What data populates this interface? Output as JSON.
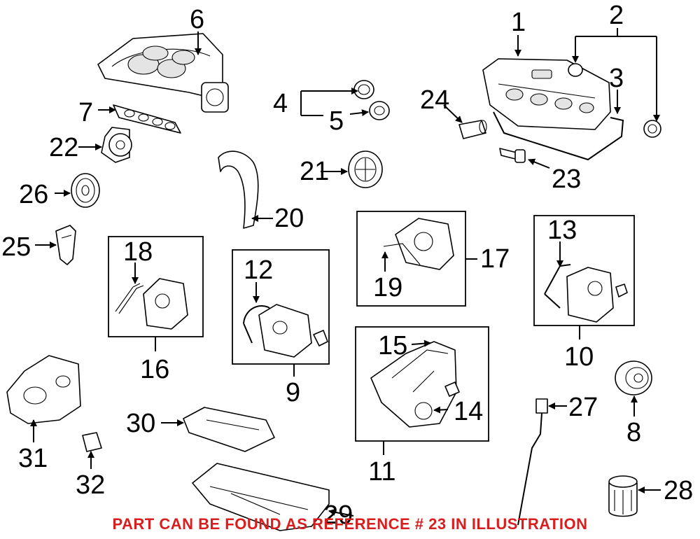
{
  "callouts": [
    {
      "id": "1",
      "text": "1"
    },
    {
      "id": "2",
      "text": "2"
    },
    {
      "id": "3",
      "text": "3"
    },
    {
      "id": "4",
      "text": "4"
    },
    {
      "id": "5",
      "text": "5"
    },
    {
      "id": "6",
      "text": "6"
    },
    {
      "id": "7",
      "text": "7"
    },
    {
      "id": "8",
      "text": "8"
    },
    {
      "id": "9",
      "text": "9"
    },
    {
      "id": "10",
      "text": "10"
    },
    {
      "id": "11",
      "text": "11"
    },
    {
      "id": "12",
      "text": "12"
    },
    {
      "id": "13",
      "text": "13"
    },
    {
      "id": "14",
      "text": "14"
    },
    {
      "id": "15",
      "text": "15"
    },
    {
      "id": "16",
      "text": "16"
    },
    {
      "id": "17",
      "text": "17"
    },
    {
      "id": "18",
      "text": "18"
    },
    {
      "id": "19",
      "text": "19"
    },
    {
      "id": "20",
      "text": "20"
    },
    {
      "id": "21",
      "text": "21"
    },
    {
      "id": "22",
      "text": "22"
    },
    {
      "id": "23",
      "text": "23"
    },
    {
      "id": "24",
      "text": "24"
    },
    {
      "id": "25",
      "text": "25"
    },
    {
      "id": "26",
      "text": "26"
    },
    {
      "id": "27",
      "text": "27"
    },
    {
      "id": "28",
      "text": "28"
    },
    {
      "id": "29",
      "text": "29"
    },
    {
      "id": "30",
      "text": "30"
    },
    {
      "id": "31",
      "text": "31"
    },
    {
      "id": "32",
      "text": "32"
    }
  ],
  "notice": {
    "text": "PART CAN BE FOUND AS REFERENCE # 23 IN ILLUSTRATION",
    "color": "#d81e1e"
  }
}
